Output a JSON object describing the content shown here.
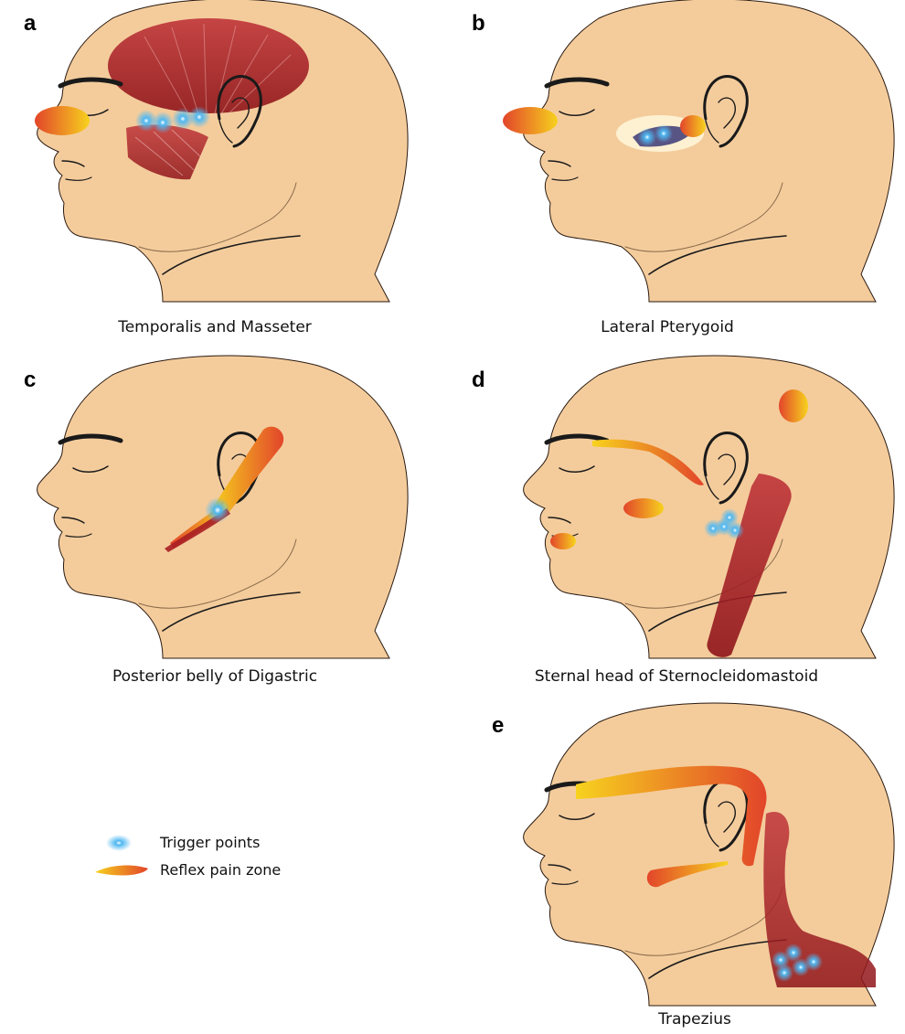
{
  "panels": [
    {
      "letter": "a",
      "caption": "Temporalis and Masseter"
    },
    {
      "letter": "b",
      "caption": "Lateral Pterygoid"
    },
    {
      "letter": "c",
      "caption": "Posterior belly of Digastric"
    },
    {
      "letter": "d",
      "caption": "Sternal head of Sternocleidomastoid"
    },
    {
      "letter": "e",
      "caption": "Trapezius"
    }
  ],
  "legend": {
    "trigger_points": "Trigger points",
    "reflex_pain_zone": "Reflex pain zone"
  },
  "colors": {
    "skin": "#f4cc9c",
    "outline": "#1a1a1a",
    "muscle": "#a81e24",
    "trigger_point": "#3aa8e8",
    "pain_zone_start": "#f7d21e",
    "pain_zone_end": "#e2452a"
  }
}
